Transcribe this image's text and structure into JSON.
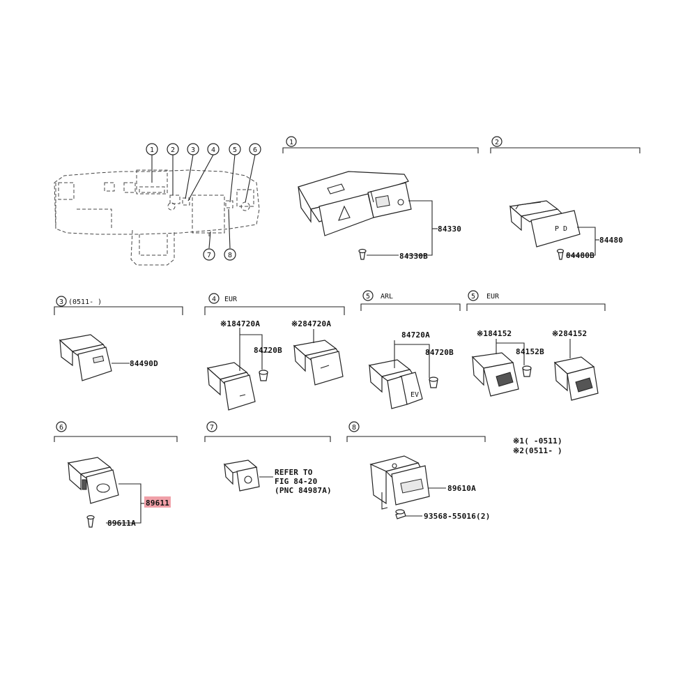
{
  "overview": {
    "callouts": [
      "1",
      "2",
      "3",
      "4",
      "5",
      "6",
      "7",
      "8"
    ]
  },
  "sections": {
    "s1": {
      "num": "1",
      "header": "",
      "parts": [
        "84330",
        "84330B"
      ]
    },
    "s2": {
      "num": "2",
      "header": "",
      "parts": [
        "84480",
        "84480B"
      ]
    },
    "s3": {
      "num": "3",
      "header": "(0511-  )",
      "parts": [
        "84490D"
      ]
    },
    "s4": {
      "num": "4",
      "header": "EUR",
      "parts": [
        "※184720A",
        "※284720A",
        "84720B"
      ]
    },
    "s5a": {
      "num": "5",
      "header": "ARL",
      "parts": [
        "84720A",
        "84720B"
      ]
    },
    "s5b": {
      "num": "5",
      "header": "EUR",
      "parts": [
        "※184152",
        "※284152",
        "84152B"
      ]
    },
    "s6": {
      "num": "6",
      "header": "",
      "parts": [
        "89611",
        "89611A"
      ],
      "highlight": "89611",
      "highlight_color": "#f0a0a8"
    },
    "s7": {
      "num": "7",
      "header": "",
      "note": [
        "REFER TO",
        "FIG 84-20",
        "(PNC 84987A)"
      ]
    },
    "s8": {
      "num": "8",
      "header": "",
      "parts": [
        "89610A",
        "93568-55016(2)"
      ]
    }
  },
  "footnotes": [
    "※1(   -0511)",
    "※2(0511-  )"
  ]
}
